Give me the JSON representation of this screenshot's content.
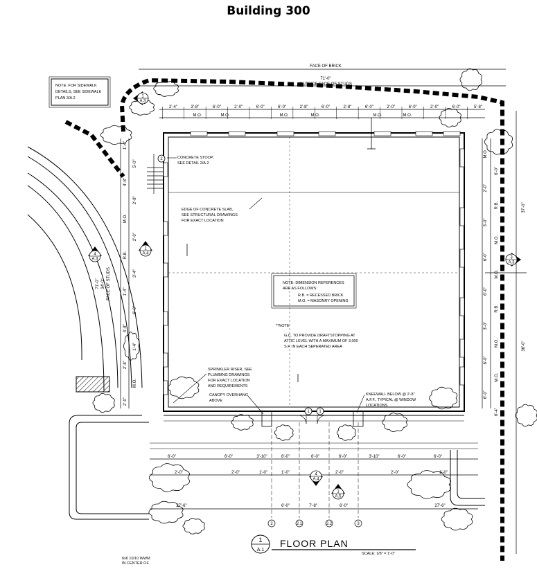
{
  "title": "Building 300",
  "top_labels": {
    "face_of_brick": "FACE OF BRICK",
    "outside_face_dim": "71'-0\"",
    "outside_face": "OUTSIDE FACE OF STUDS"
  },
  "notes": {
    "sidewalk": [
      "NOTE: FOR SIDEWALK",
      "DETAILS, SEE SIDEWALK",
      "PLAN 3/A.2"
    ],
    "stoop": [
      "CONCRETE STOOP,",
      "SEE DETAIL 2/A.2"
    ],
    "slab": [
      "EDGE OF CONCRETE SLAB,",
      "SEE STRUCTURAL DRAWINGS",
      "FOR EXACT LOCATION"
    ],
    "dimension": [
      "NOTE: DIMENSION REFERENCES",
      "ARE AS FOLLOWS:",
      "R.B. = RECESSED BRICK",
      "M.O. = MASONRY OPENING"
    ],
    "star_note": "**NOTE",
    "draftstop": [
      "G.C. TO PROVIDE DRAFTSTOPPING AT",
      "ATTIC LEVEL WITH A MAXIMUM OF 3,000",
      "S.F. IN EACH SEPERATED AREA"
    ],
    "sprinkler": [
      "SPRINKLER RISER, SEE",
      "PLUMBING DRAWINGS",
      "FOR EXACT LOCATION",
      "AND REQUIREMENTS"
    ],
    "canopy": [
      "CANOPY OVERHANG",
      "ABOVE"
    ],
    "kneewall": [
      "KNEEWALL BELOW @ 2'-8\"",
      "A.F.F., TYPICAL @ WINDOW",
      "LOCATIONS"
    ],
    "face_of_studs_left": "FACE OF STUDS",
    "left_dim": "71'-0\"",
    "left_dim2": "34'-0\"",
    "right_dim_top": "37'-0\"",
    "right_dim_bottom": "36'-0\"",
    "bottom_note": [
      "6x6 10/10 WWM",
      "IN CENTER OF"
    ]
  },
  "callouts": [
    {
      "num": "1",
      "sheet": "A.3"
    },
    {
      "num": "4",
      "sheet": "A.3"
    },
    {
      "num": "1",
      "sheet": "A.4"
    },
    {
      "num": "3",
      "sheet": "A.3"
    },
    {
      "num": "4",
      "sheet": "A.4"
    },
    {
      "num": "1",
      "sheet": "A.5"
    }
  ],
  "top_dims": [
    "2'-4\"",
    "3'-8\"",
    "6'-0\"",
    "2'-0\"",
    "6'-0\"",
    "6'-0\"",
    "2'-8\"",
    "6'-0\"",
    "2'-8\"",
    "6'-0\"",
    "2'-0\"",
    "6'-0\"",
    "2'-0\"",
    "6'-0\"",
    "5'-8\""
  ],
  "top_mo": [
    "M.O.",
    "M.O.",
    "M.O.",
    "M.O.",
    "M.O.",
    "M.O."
  ],
  "bottom_dims_a": [
    "6'-0\"",
    "6'-0\"",
    "3'-10\"",
    "6'-0\"",
    "6'-0\"",
    "6'-0\"",
    "3'-10\"",
    "6'-0\"",
    "6'-0\""
  ],
  "bottom_dims_b": [
    "2'-0\"",
    "2'-0\"",
    "1'-0\"",
    "1'-0\"",
    "2'-0\"",
    "2'-0\"",
    "1'-0\""
  ],
  "bottom_totals": [
    "27'-6\"",
    "6'-0\"",
    "7'-8\"",
    "6'-0\"",
    "27'-6\""
  ],
  "grid_bubbles": [
    "2",
    "2.1",
    "2.2",
    "3"
  ],
  "right_dims": [
    "M.O.",
    "6'-0\"",
    "2'-0\"",
    "R.B.",
    "3'-0\"",
    "M.O.",
    "6'-0\"",
    "M.O.",
    "6'-0\"",
    "R.B.",
    "3'-0\"",
    "M.O.",
    "6'-0\"",
    "M.O.",
    "6'-0\"",
    "6'-4\""
  ],
  "left_dims": [
    "1'-4\"",
    "5'-0\"",
    "4'-8\"",
    "2'-8\"",
    "M.O.",
    "2'-0\"",
    "R.B.",
    "3'-4\"",
    "1'-4\"",
    "6'-0\"",
    "4'-8\"",
    "1'-4\"",
    "2'-8\"",
    "M.O.",
    "2'-0\""
  ],
  "plan_label": {
    "num": "1",
    "sheet": "A.1",
    "title": "FLOOR PLAN",
    "scale": "SCALE: 1/8\" = 1'-0\""
  }
}
